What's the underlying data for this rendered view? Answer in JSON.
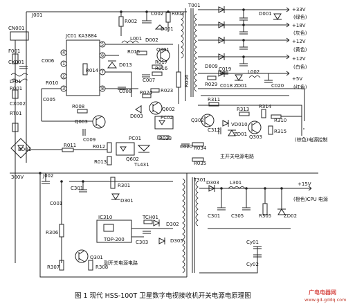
{
  "caption": "图 1  现代 HSS-100T 卫星数字电视接收机开关电源电原理图",
  "watermark": {
    "title": "广电电器网",
    "url": "www.gd-gddq.com"
  },
  "outputs": {
    "v33": "+33V",
    "v33_color": "(绿色)",
    "v18": "+18V",
    "v18_color": "(灰色)",
    "v12a": "+12V",
    "v12a_color": "(黄色)",
    "v12b": "+12V",
    "v12b_color": "(白色)",
    "v5": "+5V",
    "v5_color": "(红色)",
    "power_ctrl": "(棕色)电源控制",
    "v15": "+15V",
    "cpu_power": "(橙色)CPU 电源"
  },
  "sections": {
    "main": "主开关电源电路",
    "aux": "副开关电源电路"
  },
  "labels": {
    "j001": "J001",
    "t001": "T001",
    "t301": "T301",
    "j002": "J002",
    "cn001": "CN001",
    "f001": "F001",
    "cx001": "CX001",
    "lf01": "LF01",
    "r001": "R001",
    "cx002": "CX002",
    "rt01": "RT01",
    "bd01": "BD01",
    "v300": "300V",
    "c001": "C001",
    "ic": "JC01 KA3884",
    "c006": "C006",
    "r010": "R010",
    "c005": "C005",
    "r014": "R014",
    "r002": "R002",
    "c002": "C002",
    "r003": "R003",
    "d001": "D001",
    "l001": "L001",
    "d002": "D002",
    "r015": "R015",
    "q001": "Q001",
    "d013": "D013",
    "r017": "R017",
    "r016": "R016",
    "c007": "C007",
    "c008": "C008",
    "r008": "R008",
    "r023": "R023",
    "r024": "R024",
    "r006": "R006",
    "q003": "Q003",
    "c009": "C009",
    "d003": "D003",
    "q002": "Q002",
    "pc02": "PC02",
    "pc01": "PC01",
    "r012": "R012",
    "r011": "R011",
    "r033": "R033",
    "c020": "C020",
    "r034": "R034",
    "r013": "R013",
    "q602": "Q602",
    "tl431": "TL431",
    "r035": "R035",
    "d001r": "D001",
    "d009": "D009",
    "c019": "C019",
    "zd01": "ZD01",
    "r029": "R029",
    "c018": "C018",
    "l002": "L002",
    "c020b": "C020",
    "r311": "R311",
    "r313": "R313",
    "r314": "R314",
    "q302": "Q302",
    "c312": "C312",
    "vd010": "VD010",
    "zd01b": "ZD01",
    "q303": "Q303",
    "r310": "R310",
    "r315": "R315",
    "c301": "C301",
    "r301": "R301",
    "d301": "D301",
    "r306": "R306",
    "ic310": "IC310",
    "top200": "TOP-200",
    "c303": "C303",
    "tch01": "TCH01",
    "d302": "D302",
    "d305": "D305",
    "q301": "Q301",
    "r307": "R307",
    "r308": "R308",
    "d303": "D303",
    "l301": "L301",
    "c301b": "C301",
    "c305": "C305",
    "r305": "R305",
    "zd02": "ZD02",
    "cy01": "Cy01",
    "cy02": "Cy02",
    "pin4": "4",
    "pin5": "5",
    "pin6": "6",
    "pin7": "7",
    "pin1": "1",
    "pin2": "2",
    "pin3": "3",
    "pin8": "8"
  }
}
